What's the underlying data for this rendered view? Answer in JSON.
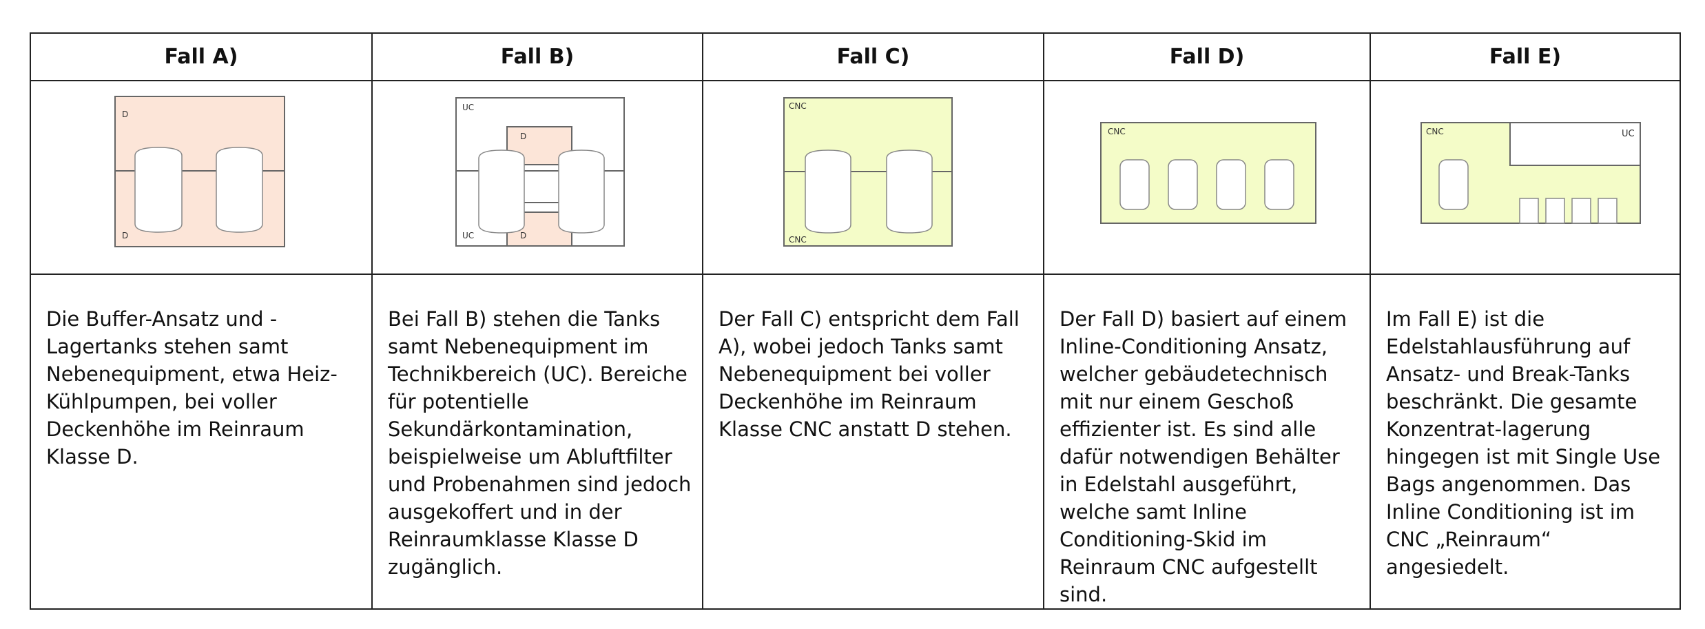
{
  "table": {
    "headers": [
      "Fall A)",
      "Fall B)",
      "Fall C)",
      "Fall D)",
      "Fall E)"
    ],
    "diagram_labels": {
      "a_top": "D",
      "a_bottom": "D",
      "b_uc_top": "UC",
      "b_d_top": "D",
      "b_uc_bottom": "UC",
      "b_d_bottom": "D",
      "c_top": "CNC",
      "c_bottom": "CNC",
      "d_top": "CNC",
      "e_cnc": "CNC",
      "e_uc": "UC"
    },
    "descriptions": [
      "Die Buffer-Ansatz und -Lagertanks stehen samt Nebenequipment, etwa Heiz-Kühlpumpen, bei voller Deckenhöhe im Reinraum Klasse D.",
      "Bei Fall B) stehen die Tanks samt Nebenequipment im Technikbereich (UC). Bereiche für potentielle Sekundärkontamination, beispielweise um Abluftfilter und Probenahmen sind jedoch ausgekoffert und in der Reinraumklasse Klasse D zugänglich.",
      "Der Fall C) entspricht dem Fall A), wobei jedoch Tanks samt Nebenequipment bei voller Deckenhöhe im Reinraum Klasse CNC anstatt D stehen.",
      "Der Fall D) basiert auf einem Inline-Conditioning Ansatz, welcher gebäudetechnisch mit nur einem Geschoß effizienter ist. Es sind alle dafür notwendigen Behälter in Edelstahl ausgeführt, welche samt Inline Conditioning-Skid im Reinraum CNC aufgestellt sind.",
      "Im Fall E) ist die Edelstahlausführung auf Ansatz- und Break-Tanks beschränkt. Die gesamte Konzentrat-lagerung hingegen ist mit Single Use Bags angenommen. Das Inline Conditioning ist im CNC „Reinraum“ angesiedelt."
    ]
  },
  "colors": {
    "class_d": "#fce5d8",
    "class_cnc": "#f4fcc8",
    "class_uc": "#ffffff",
    "line": "#666666"
  }
}
